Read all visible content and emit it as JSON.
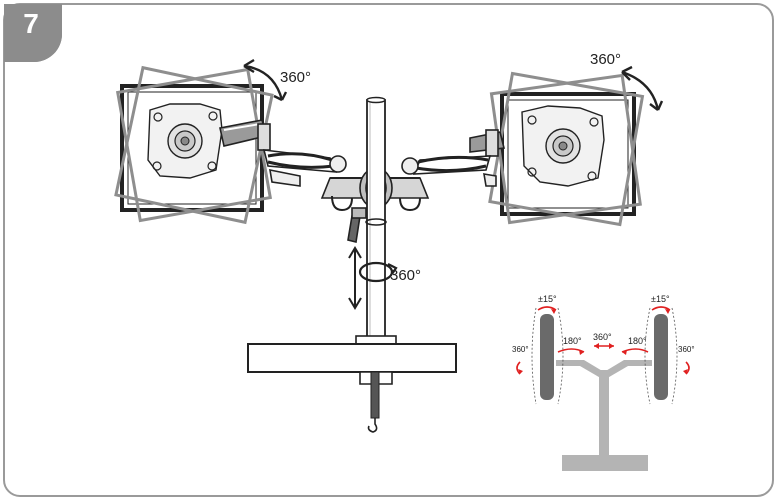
{
  "step": {
    "number": "7"
  },
  "labels": {
    "rotate_left_monitor": "360°",
    "rotate_right_monitor": "360°",
    "pole_rotation": "360°"
  },
  "mini": {
    "tilt_left": "±15°",
    "tilt_right": "±15°",
    "rotate_left": "360°",
    "rotate_right": "360°",
    "swivel_left": "180°",
    "swivel_right": "180°",
    "center": "360°"
  },
  "colors": {
    "badge": "#8c8c8c",
    "frame_border": "#9a9a9a",
    "line": "#222222",
    "rotated_outline": "#8e8e8e",
    "mini_gray": "#b4b4b4",
    "arrow_red": "#e02020"
  }
}
